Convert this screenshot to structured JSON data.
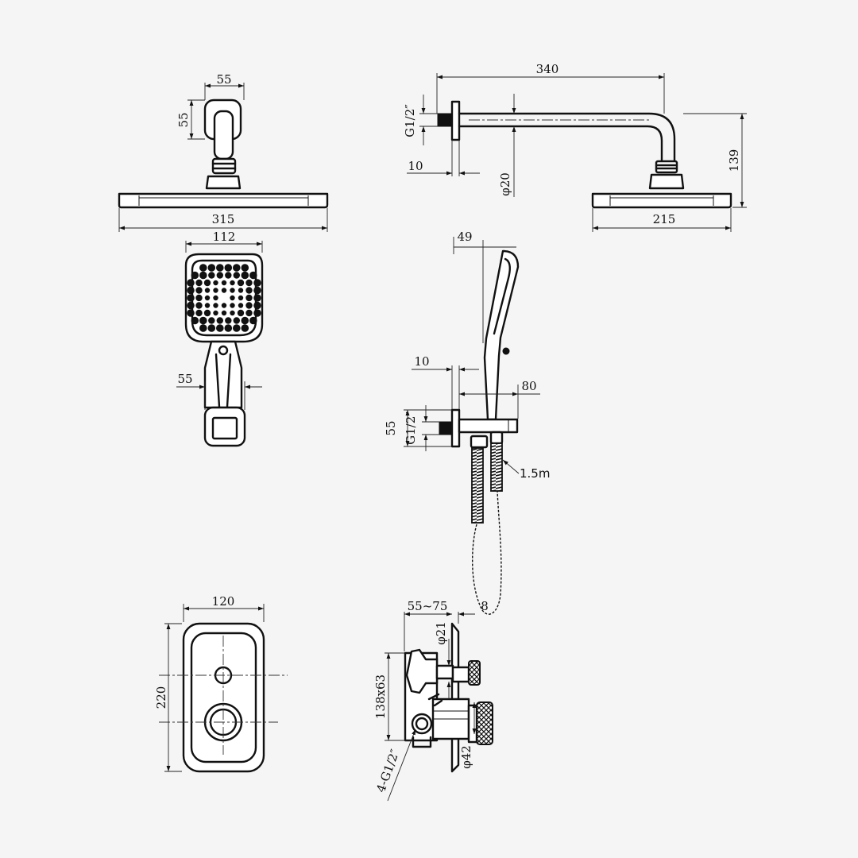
{
  "dimensions": {
    "head_arm_width": "55",
    "head_arm_height": "55",
    "head_width": "315",
    "arm_length": "340",
    "thread_arm": "G1/2″",
    "flange_arm": "10",
    "pipe_dia": "φ20",
    "drop_height": "139",
    "head_depth": "215",
    "hand_width": "112",
    "handle_width": "55",
    "hand_depth": "49",
    "holder_flange": "10",
    "holder_projection": "80",
    "holder_height": "55",
    "thread_holder": "G1/2″",
    "hose_length": "1.5m",
    "plate_width": "120",
    "plate_height": "220",
    "wall_depth": "55~75",
    "plate_gap": "8",
    "outlet_dia": "φ21",
    "box_size": "138x63",
    "knob_dia": "φ42",
    "connections": "4-G1/2″"
  }
}
